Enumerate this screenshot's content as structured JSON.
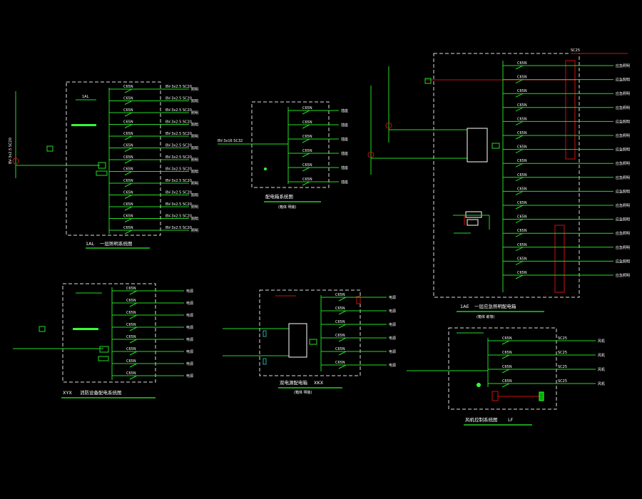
{
  "colors": {
    "background": "#000000",
    "wire": "#22dd22",
    "text": "#ffffff",
    "label_green": "#33ff33",
    "enclosure": "#ffffff",
    "annotation_red": "#cc1111",
    "underline": "#22cc22"
  },
  "panels": [
    {
      "id": "panel-1al",
      "title": "1AL",
      "title_suffix": "一层照明系统图",
      "circuit_count": 13,
      "breaker_label": "C65N",
      "feeder_label": "BV-3x2.5 SC20",
      "feeder_kind": "照明"
    },
    {
      "id": "panel-center-top",
      "title": "",
      "title_suffix": "配电箱系统图",
      "subtitle": "(箱体 明装)",
      "circuit_count": 6,
      "breaker_label": "C65N",
      "feeder_label": "",
      "feeder_kind": "插座"
    },
    {
      "id": "panel-1ae",
      "title": "1AE",
      "title_suffix": "一层应急照明配电箱",
      "subtitle": "(箱体 嵌墙)",
      "circuit_count": 16,
      "breaker_label": "C65N",
      "bus_label": "SC25",
      "feeder_kind": "应急照明"
    },
    {
      "id": "panel-xyx",
      "title": "XYX",
      "title_suffix": "消防设备配电系统图",
      "circuit_count": 8,
      "breaker_label": "C65N",
      "feeder_kind": "电源"
    },
    {
      "id": "panel-center-bottom",
      "title": "XKX",
      "title_suffix": "双电源配电箱",
      "subtitle": "(箱体 明装)",
      "circuit_count": 6,
      "breaker_label": "C65N",
      "feeder_kind": "电源"
    },
    {
      "id": "panel-lf",
      "title": "LF",
      "title_suffix": "风机控制系统图",
      "circuit_count": 4,
      "breaker_label": "C65N",
      "feeder_label": "SC25",
      "feeder_kind": "风机"
    }
  ]
}
